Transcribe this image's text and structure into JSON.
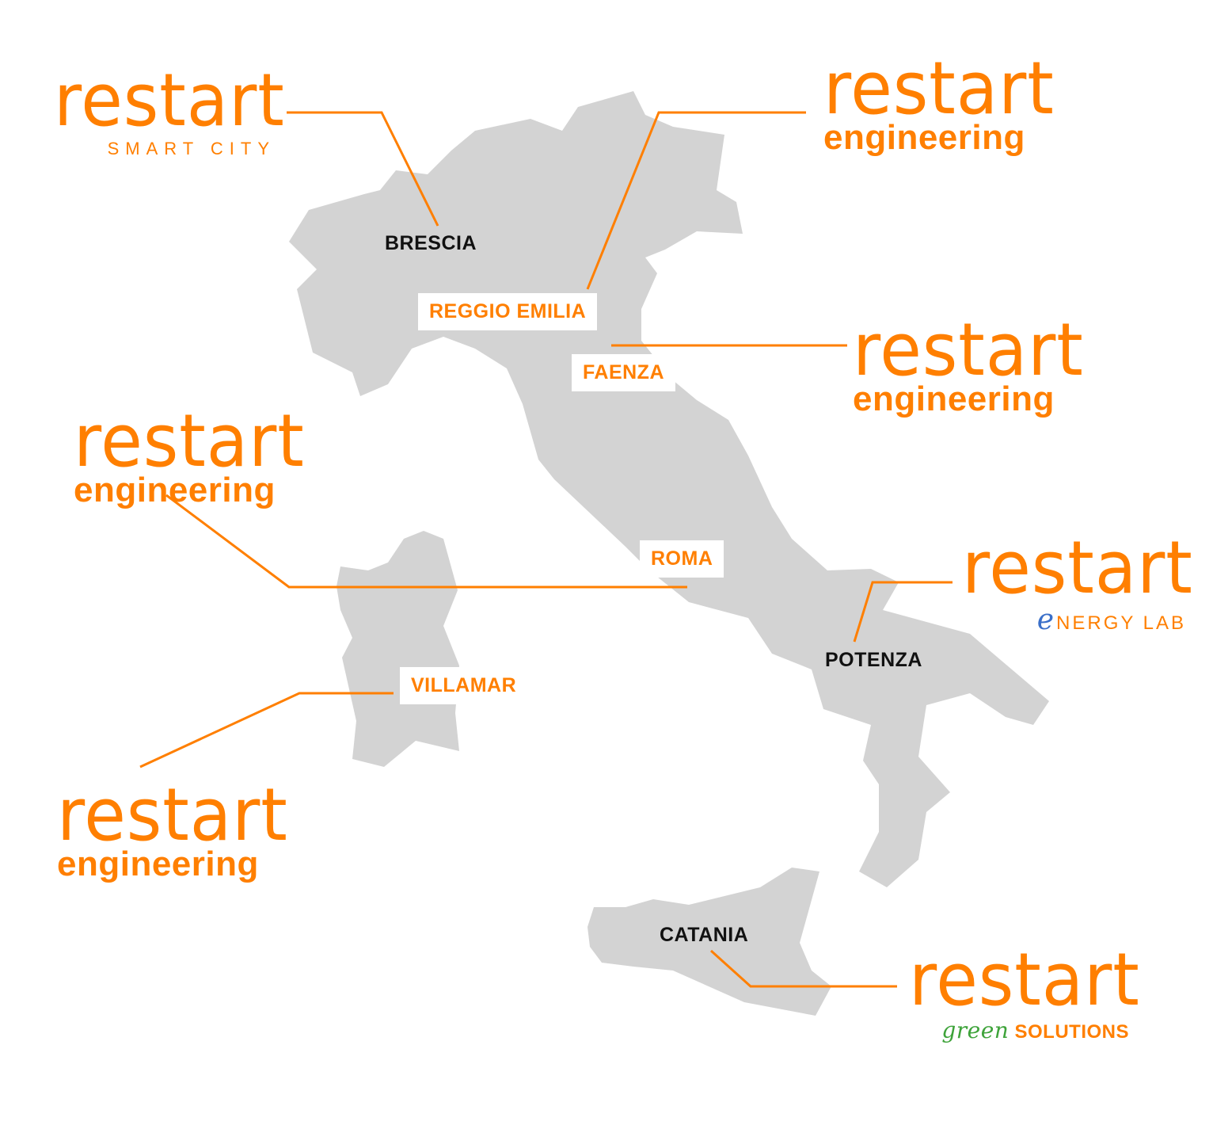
{
  "colors": {
    "brand": "#ff7f00",
    "land": "#d3d3d3",
    "label_dark": "#111111",
    "energy_blue": "#3a6fc9",
    "green": "#3ea33a"
  },
  "cities": {
    "brescia": "BRESCIA",
    "reggio_emilia": "REGGIO EMILIA",
    "faenza": "FAENZA",
    "roma": "ROMA",
    "villamar": "VILLAMAR",
    "potenza": "POTENZA",
    "catania": "CATANIA"
  },
  "logos": {
    "smart_city": {
      "word": "restart",
      "sub": "SMART CITY"
    },
    "reggio": {
      "word": "restart",
      "sub": "engineering"
    },
    "faenza": {
      "word": "restart",
      "sub": "engineering"
    },
    "roma": {
      "word": "restart",
      "sub": "engineering"
    },
    "villamar": {
      "word": "restart",
      "sub": "engineering"
    },
    "energy_lab": {
      "word": "restart",
      "sub_prefix": "e",
      "sub": "NERGY LAB"
    },
    "green": {
      "word": "restart",
      "sub_prefix": "green",
      "sub": "SOLUTIONS"
    }
  }
}
